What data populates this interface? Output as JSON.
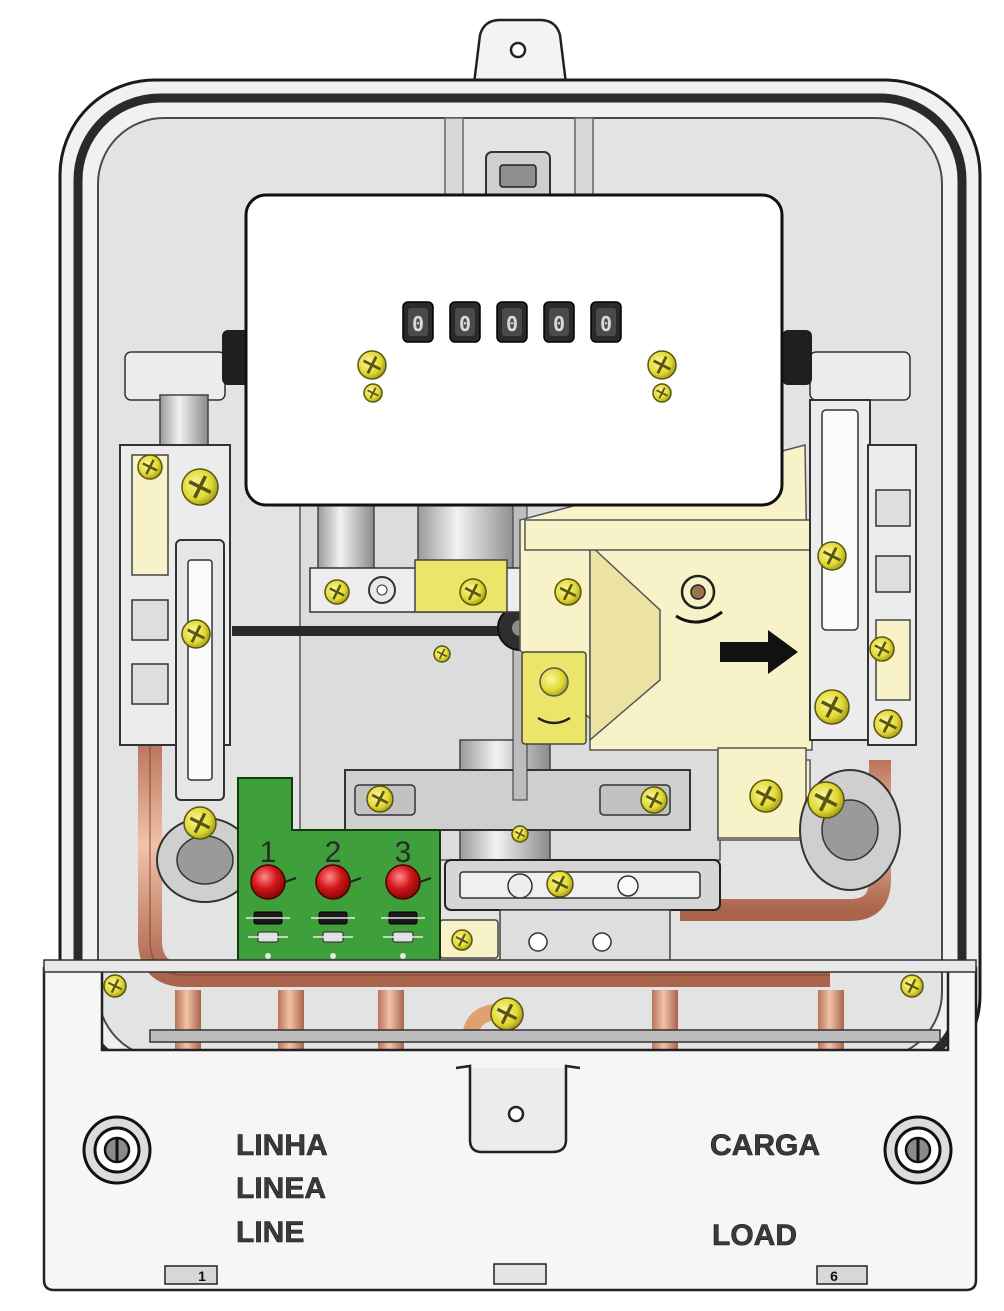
{
  "labels": {
    "line": [
      "LINHA",
      "LINEA",
      "LINE"
    ],
    "load": [
      "CARGA",
      "LOAD"
    ]
  },
  "register_digits": [
    "0",
    "0",
    "0",
    "0",
    "0"
  ],
  "phases": [
    "1",
    "2",
    "3"
  ],
  "terminals": {
    "left": "1",
    "right": "6"
  },
  "colors": {
    "copper": "#d89a7c",
    "screw_yellow": "#e8e23c",
    "pcb_green": "#3f9f3a",
    "led_red": "#d2161a",
    "cream": "#f7f2c8",
    "housing": "#e8e8e8"
  }
}
